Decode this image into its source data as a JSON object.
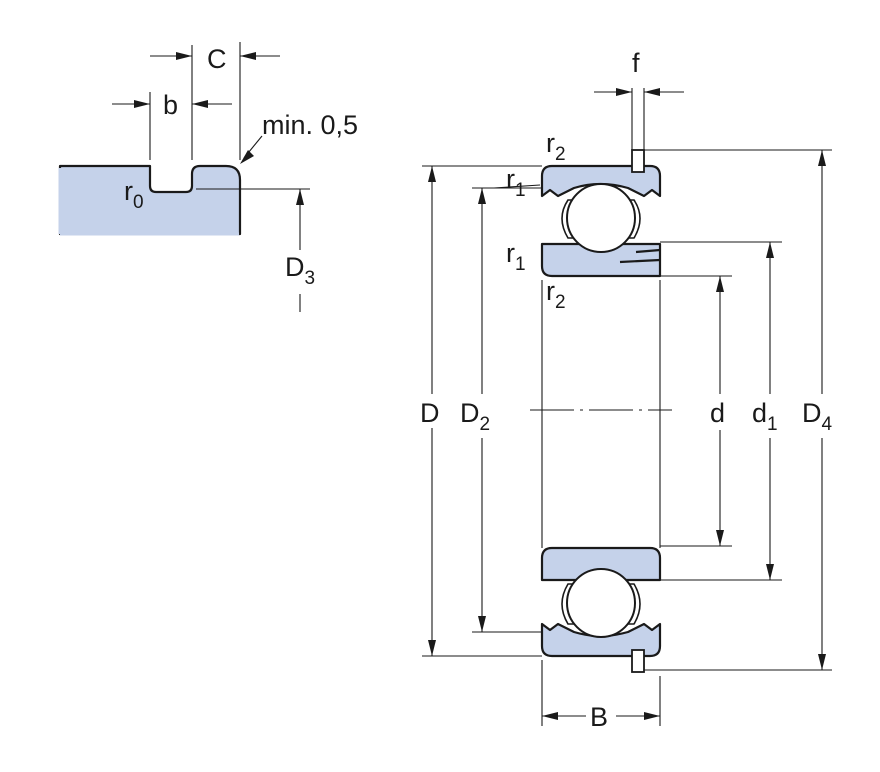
{
  "labels": {
    "C": "C",
    "b": "b",
    "min_chamfer": "min. 0,5",
    "r0": {
      "main": "r",
      "sub": "0"
    },
    "D3": {
      "main": "D",
      "sub": "3"
    },
    "f": "f",
    "r2_top": {
      "main": "r",
      "sub": "2"
    },
    "r1_top": {
      "main": "r",
      "sub": "1"
    },
    "r1_mid": {
      "main": "r",
      "sub": "1"
    },
    "r2_mid": {
      "main": "r",
      "sub": "2"
    },
    "D": "D",
    "D2": {
      "main": "D",
      "sub": "2"
    },
    "d": "d",
    "d1": {
      "main": "d",
      "sub": "1"
    },
    "D4": {
      "main": "D",
      "sub": "4"
    },
    "B": "B"
  },
  "colors": {
    "fill": "#c5d2ea",
    "line": "#1a1a1a",
    "background": "#ffffff"
  }
}
